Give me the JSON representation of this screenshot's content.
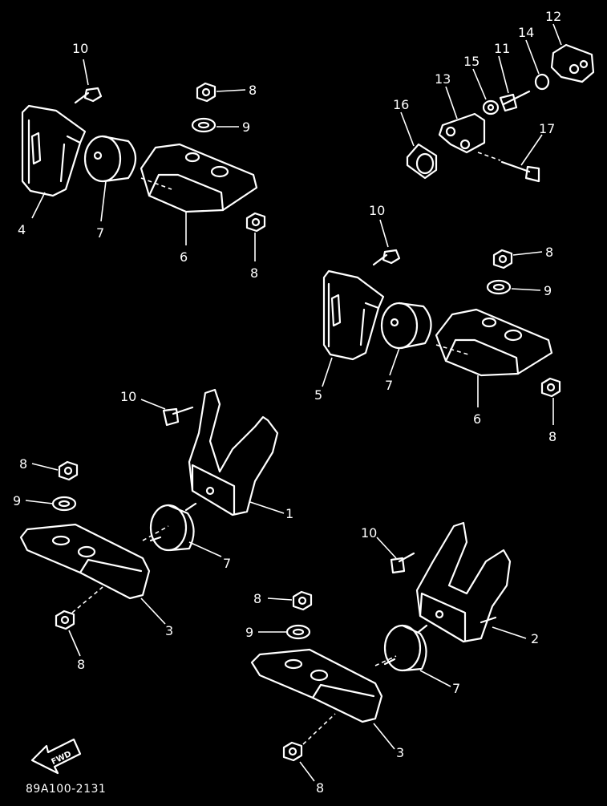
{
  "diagram": {
    "drawing_code": "89A100-2131",
    "arrow_label": "FWD",
    "callouts": [
      {
        "id": "c-10a",
        "text": "10"
      },
      {
        "id": "c-8a",
        "text": "8"
      },
      {
        "id": "c-9a",
        "text": "9"
      },
      {
        "id": "c-4",
        "text": "4"
      },
      {
        "id": "c-7a",
        "text": "7"
      },
      {
        "id": "c-6a",
        "text": "6"
      },
      {
        "id": "c-8b",
        "text": "8"
      },
      {
        "id": "c-12",
        "text": "12"
      },
      {
        "id": "c-14",
        "text": "14"
      },
      {
        "id": "c-11",
        "text": "11"
      },
      {
        "id": "c-15",
        "text": "15"
      },
      {
        "id": "c-13",
        "text": "13"
      },
      {
        "id": "c-16",
        "text": "16"
      },
      {
        "id": "c-17",
        "text": "17"
      },
      {
        "id": "c-10b",
        "text": "10"
      },
      {
        "id": "c-8c",
        "text": "8"
      },
      {
        "id": "c-9b",
        "text": "9"
      },
      {
        "id": "c-5",
        "text": "5"
      },
      {
        "id": "c-7b",
        "text": "7"
      },
      {
        "id": "c-6b",
        "text": "6"
      },
      {
        "id": "c-8d",
        "text": "8"
      },
      {
        "id": "c-10c",
        "text": "10"
      },
      {
        "id": "c-8e",
        "text": "8"
      },
      {
        "id": "c-9c",
        "text": "9"
      },
      {
        "id": "c-1",
        "text": "1"
      },
      {
        "id": "c-7c",
        "text": "7"
      },
      {
        "id": "c-3a",
        "text": "3"
      },
      {
        "id": "c-8f",
        "text": "8"
      },
      {
        "id": "c-10d",
        "text": "10"
      },
      {
        "id": "c-8g",
        "text": "8"
      },
      {
        "id": "c-9d",
        "text": "9"
      },
      {
        "id": "c-2",
        "text": "2"
      },
      {
        "id": "c-7d",
        "text": "7"
      },
      {
        "id": "c-3b",
        "text": "3"
      },
      {
        "id": "c-8h",
        "text": "8"
      }
    ]
  }
}
